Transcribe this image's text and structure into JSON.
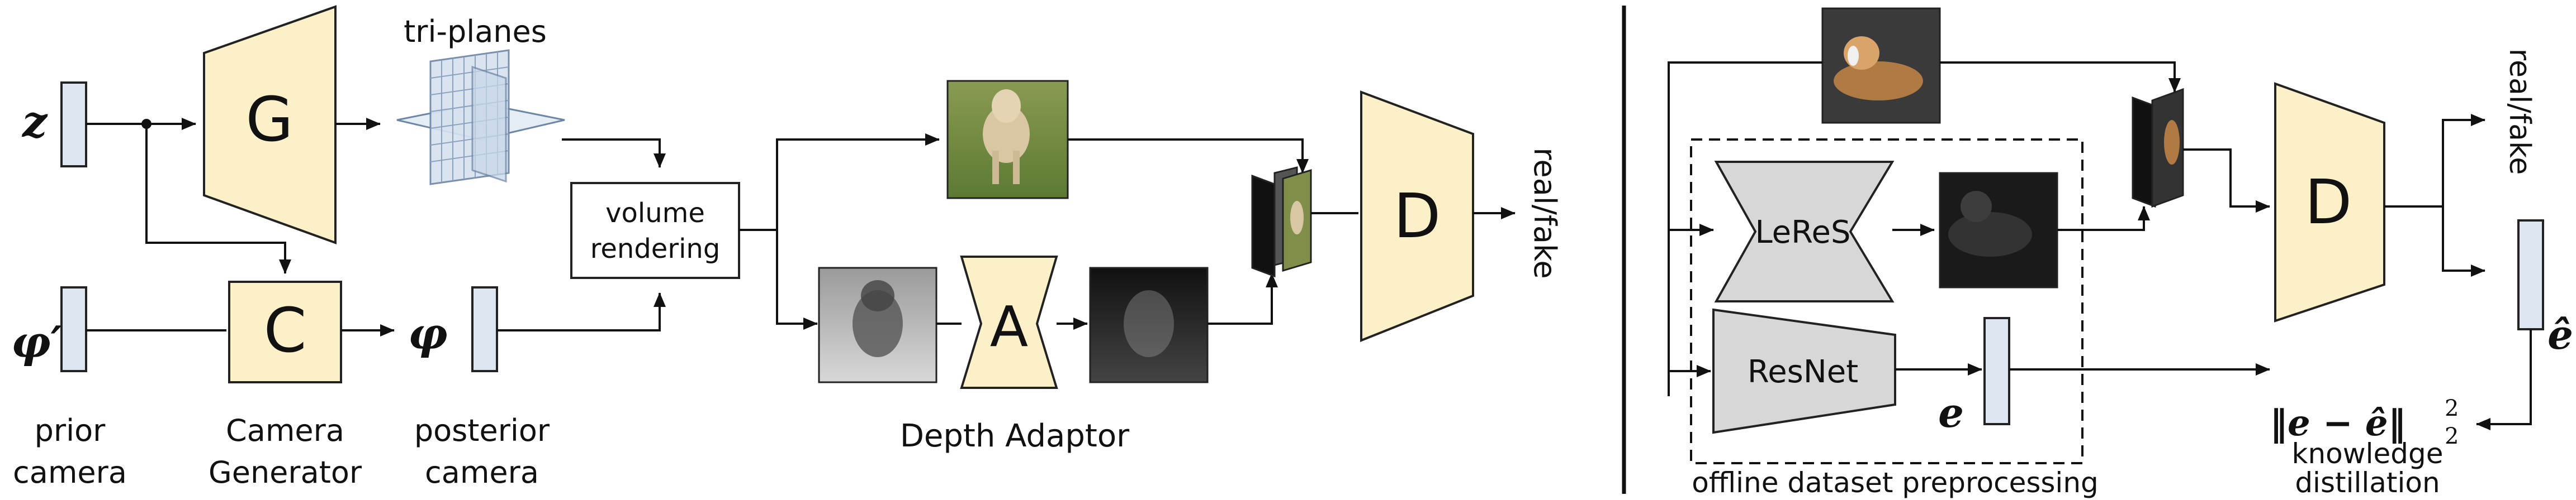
{
  "labels": {
    "z": "z",
    "phi_prime": "φ′",
    "phi": "φ",
    "G": "G",
    "C": "C",
    "tri_planes": "tri-planes",
    "volume_rendering_1": "volume",
    "volume_rendering_2": "rendering",
    "A": "A",
    "depth_adaptor": "Depth Adaptor",
    "D_left": "D",
    "real_fake_left": "real/fake",
    "prior_camera_1": "prior",
    "prior_camera_2": "camera",
    "camera_generator_1": "Camera",
    "camera_generator_2": "Generator",
    "posterior_camera_1": "posterior",
    "posterior_camera_2": "camera",
    "LeReS": "LeReS",
    "ResNet": "ResNet",
    "e": "e",
    "e_hat": "ê",
    "D_right": "D",
    "real_fake_right": "real/fake",
    "kd_formula": "‖e − ê‖",
    "kd_sub": "2",
    "kd_sup": "2",
    "knowledge_distillation_1": "knowledge",
    "knowledge_distillation_2": "distillation",
    "offline_preprocessing": "offline dataset preprocessing"
  },
  "colors": {
    "network_fill": "#fbf0c8",
    "pretrained_fill": "#d7d7d7",
    "vector_fill": "#dde6f1",
    "line": "#111111"
  },
  "icons": [
    "dog-photo-icon",
    "depth-map-icon",
    "tri-planes-icon",
    "image-stack-icon"
  ]
}
